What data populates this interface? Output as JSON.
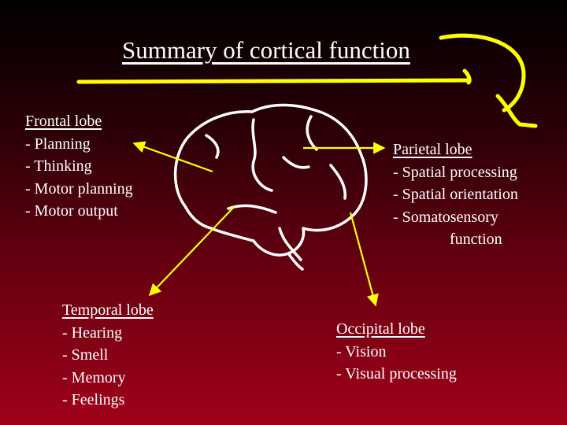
{
  "slide": {
    "title": "Summary of cortical function",
    "frontal": {
      "heading": "Frontal lobe",
      "items": [
        "- Planning",
        "- Thinking",
        "- Motor planning",
        "- Motor output"
      ]
    },
    "parietal": {
      "heading": "Parietal lobe",
      "items": [
        "- Spatial processing",
        "- Spatial orientation",
        "- Somatosensory",
        "function"
      ]
    },
    "temporal": {
      "heading": "Temporal lobe",
      "items": [
        "- Hearing",
        "- Smell",
        "- Memory",
        "- Feelings"
      ]
    },
    "occipital": {
      "heading": "Occipital lobe",
      "items": [
        "- Vision",
        "- Visual processing"
      ]
    }
  },
  "colors": {
    "arrow": "#ffff00",
    "brain_outline": "#ffffff",
    "title_underline_bar": "#ffff00"
  },
  "icons": [
    "brain-outline-icon",
    "arrow-icon"
  ]
}
